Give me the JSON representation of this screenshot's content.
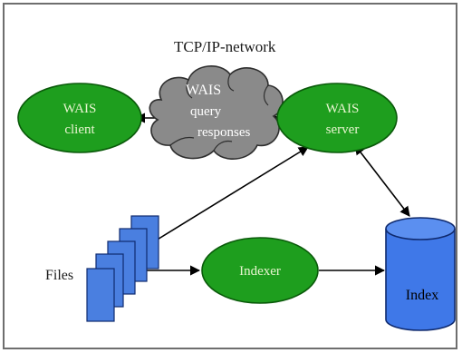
{
  "diagram": {
    "network_label": "TCP/IP-network",
    "client": {
      "line1": "WAIS",
      "line2": "client"
    },
    "server": {
      "line1": "WAIS",
      "line2": "server"
    },
    "cloud": {
      "line1": "WAIS",
      "line2": "query",
      "line3": "responses"
    },
    "indexer": {
      "label": "Indexer"
    },
    "index": {
      "label": "Index"
    },
    "files": {
      "label": "Files"
    }
  },
  "colors": {
    "node_green": "#1e9e1e",
    "node_outline": "#0a5a0a",
    "cloud_gray": "#8a8a8a",
    "file_blue": "#4a7fe0",
    "index_blue": "#3f78e8",
    "arrow": "#000000",
    "frame": "#6e6e6e"
  }
}
